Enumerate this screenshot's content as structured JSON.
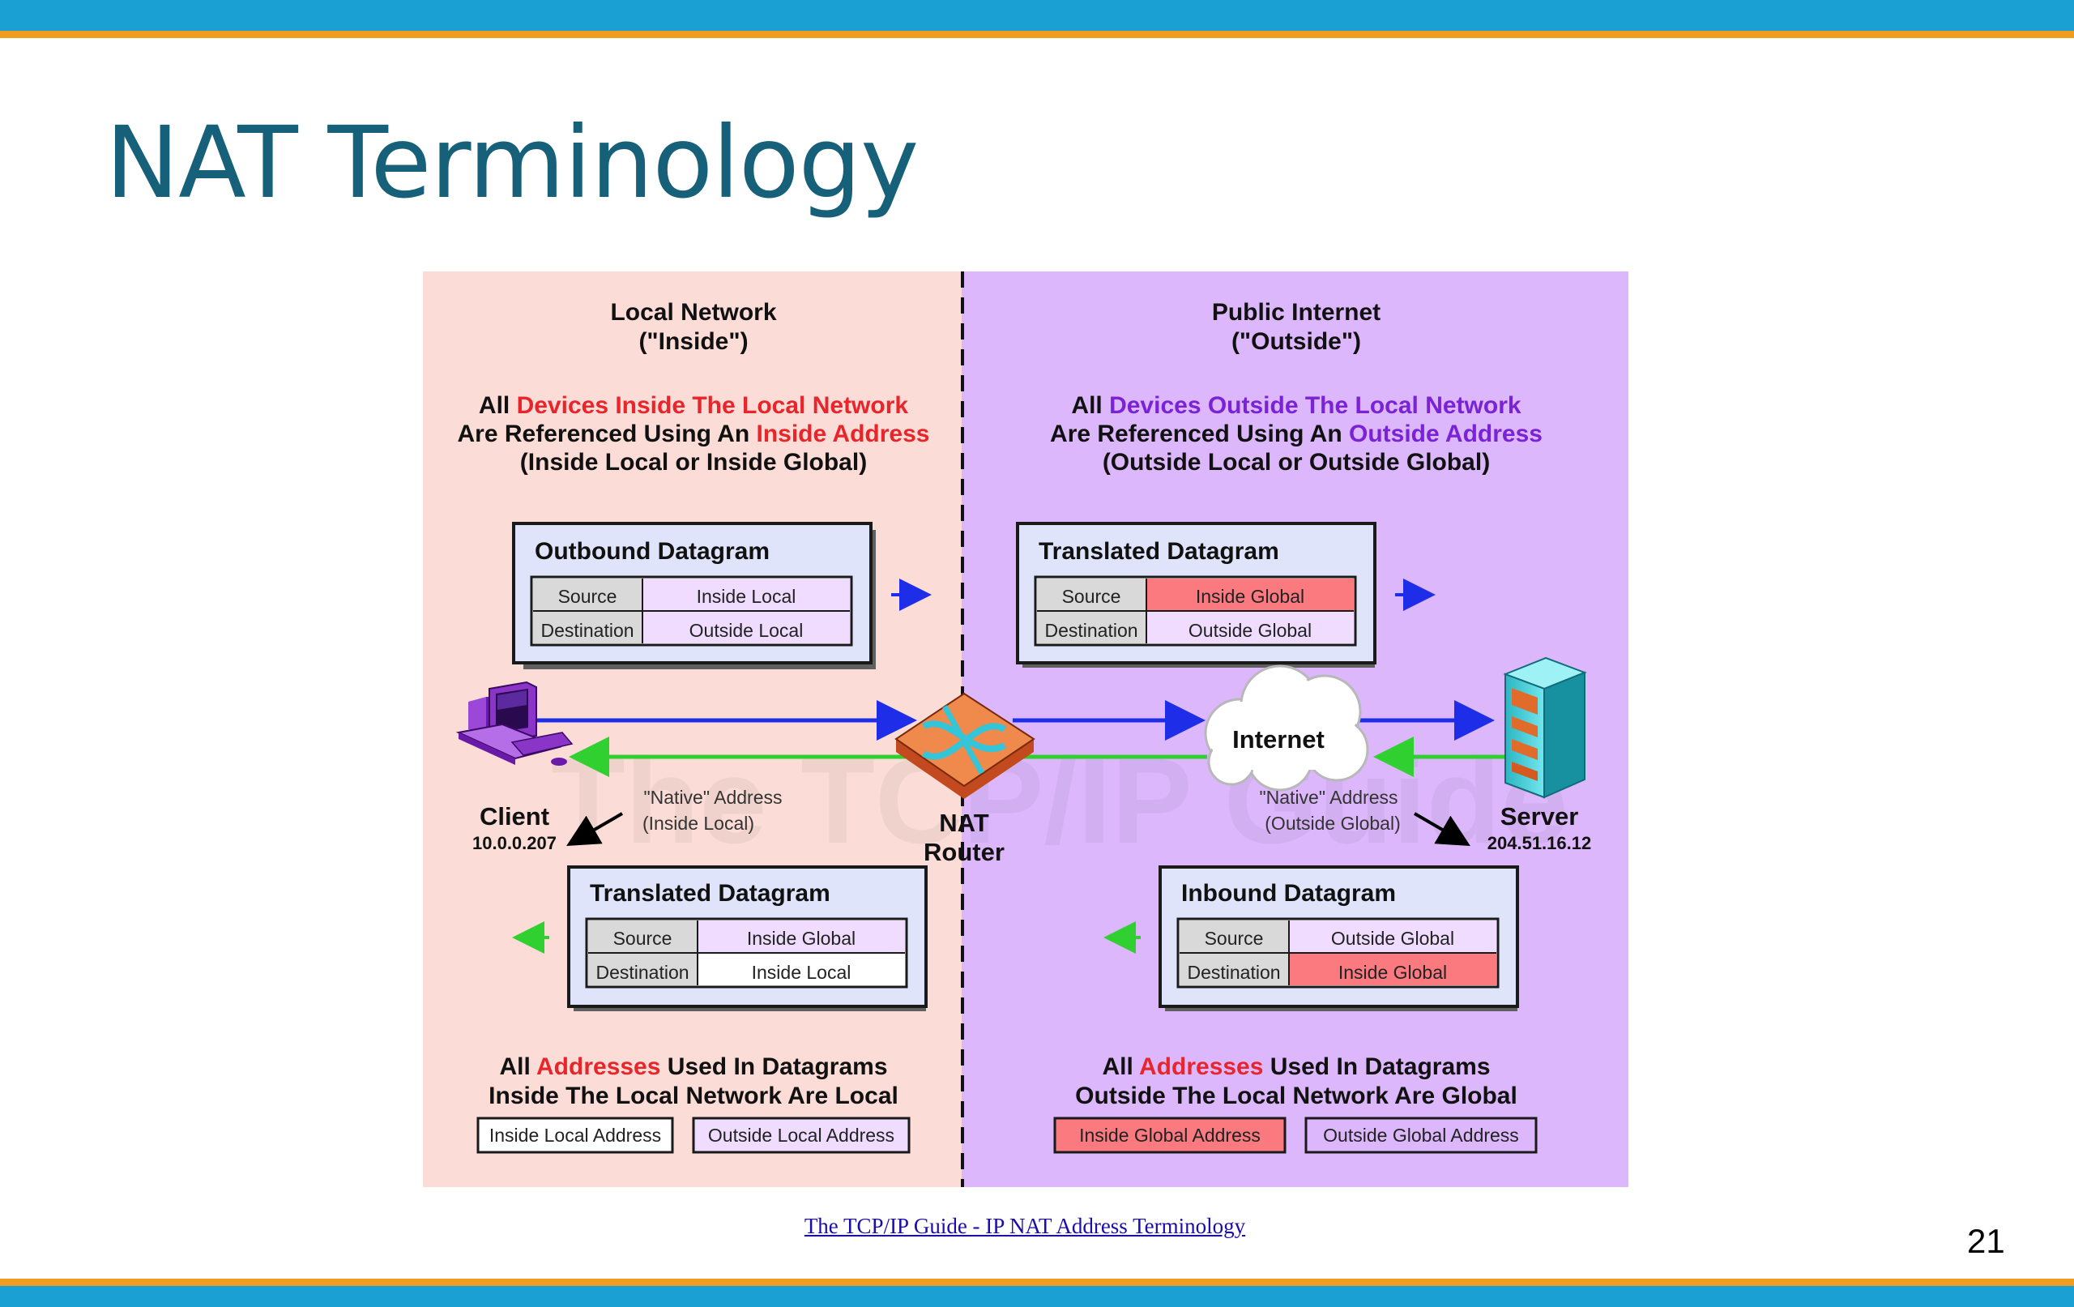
{
  "slide": {
    "title": "NAT Terminology",
    "page_number": "21"
  },
  "source_link": "The TCP/IP Guide - IP NAT Address Terminology",
  "watermark": "The TCP/IP Guide",
  "colors": {
    "inside_red": "#e8252a",
    "outside_purple": "#7a22d6",
    "local_bg": "#fbdcd6",
    "public_bg": "#dcb7fb",
    "blue_arrow": "#1d2de8",
    "green_arrow": "#2fd02f",
    "highlight_red": "#fa7a80",
    "header_purple": "#efdcff"
  },
  "local_side": {
    "heading_line1": "Local Network",
    "heading_line2": "(\"Inside\")",
    "desc_p1": "All ",
    "desc_p2": "Devices Inside The Local Network",
    "desc_p3": "Are Referenced Using An ",
    "desc_p4": "Inside Address",
    "desc_line3": "(Inside Local or Inside Global)",
    "footer_p1": "All ",
    "footer_p2": "Addresses",
    "footer_p3": " Used In Datagrams",
    "footer_line2": "Inside The Local Network Are Local",
    "legend": [
      "Inside Local Address",
      "Outside Local Address"
    ]
  },
  "public_side": {
    "heading_line1": "Public Internet",
    "heading_line2": "(\"Outside\")",
    "desc_p1": "All ",
    "desc_p2": "Devices Outside The Local Network",
    "desc_p3": "Are Referenced Using An ",
    "desc_p4": "Outside Address",
    "desc_line3": "(Outside Local or Outside Global)",
    "footer_p1": "All ",
    "footer_p2": "Addresses",
    "footer_p3": " Used In Datagrams",
    "footer_line2": "Outside The Local Network Are Global",
    "legend": [
      "Inside Global Address",
      "Outside Global Address"
    ]
  },
  "datagrams": {
    "outbound": {
      "title": "Outbound Datagram",
      "source_label": "Source",
      "source_value": "Inside Local",
      "dest_label": "Destination",
      "dest_value": "Outside Local"
    },
    "translated_out": {
      "title": "Translated Datagram",
      "source_label": "Source",
      "source_value": "Inside Global",
      "dest_label": "Destination",
      "dest_value": "Outside Global"
    },
    "translated_in": {
      "title": "Translated Datagram",
      "source_label": "Source",
      "source_value": "Inside Global",
      "dest_label": "Destination",
      "dest_value": "Inside Local"
    },
    "inbound": {
      "title": "Inbound Datagram",
      "source_label": "Source",
      "source_value": "Outside Global",
      "dest_label": "Destination",
      "dest_value": "Inside Global"
    }
  },
  "devices": {
    "client": {
      "name": "Client",
      "ip": "10.0.0.207",
      "native_line1": "\"Native\" Address",
      "native_line2": "(Inside Local)"
    },
    "router": {
      "line1": "NAT",
      "line2": "Router"
    },
    "internet": {
      "label": "Internet"
    },
    "server": {
      "name": "Server",
      "ip": "204.51.16.12",
      "native_line1": "\"Native\" Address",
      "native_line2": "(Outside Global)"
    }
  }
}
